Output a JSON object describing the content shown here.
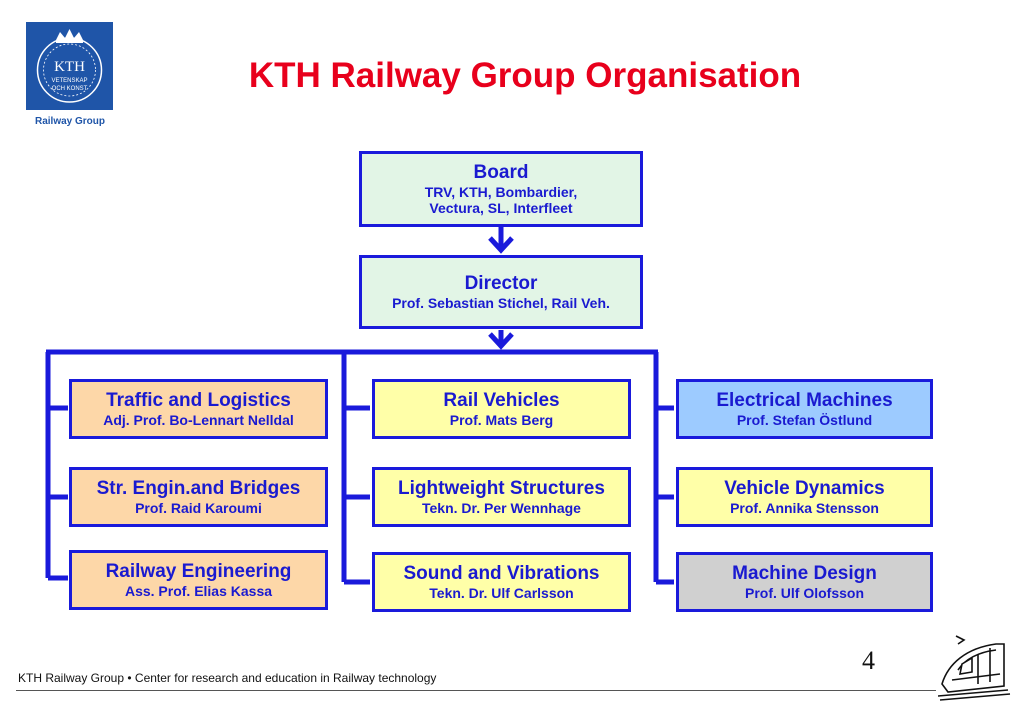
{
  "header": {
    "logo_text": [
      "KTH",
      "VETENSKAP",
      "OCH KONST"
    ],
    "logo_caption": "Railway Group",
    "title": "KTH Railway Group Organisation"
  },
  "board": {
    "name": "Board",
    "lines": [
      "TRV, KTH, Bombardier,",
      "Vectura, SL, Interfleet"
    ]
  },
  "director": {
    "name": "Director",
    "person": "Prof. Sebastian Stichel, Rail Veh."
  },
  "units": [
    {
      "name": "Traffic and Logistics",
      "person": "Adj. Prof. Bo-Lennart Nelldal"
    },
    {
      "name": "Str. Engin.and Bridges",
      "person": "Prof. Raid Karoumi"
    },
    {
      "name": "Railway Engineering",
      "person": "Ass. Prof. Elias Kassa"
    },
    {
      "name": "Rail Vehicles",
      "person": "Prof. Mats Berg"
    },
    {
      "name": "Lightweight Structures",
      "person": "Tekn. Dr. Per Wennhage"
    },
    {
      "name": "Sound and Vibrations",
      "person": "Tekn. Dr. Ulf Carlsson"
    },
    {
      "name": "Electrical Machines",
      "person": "Prof. Stefan Östlund"
    },
    {
      "name": "Vehicle Dynamics",
      "person": "Prof. Annika Stensson"
    },
    {
      "name": "Machine Design",
      "person": "Prof. Ulf Olofsson"
    }
  ],
  "footer": {
    "text": "KTH Railway Group • Center for research and education in Railway technology",
    "page_number": "4"
  },
  "colors": {
    "title": "#e8001c",
    "box_border": "#1a1adb",
    "board_fill": "#e2f5e6",
    "group1_fill": "#fdd7a8",
    "group2_fill": "#ffffa8",
    "electrical_fill": "#9dcbff",
    "vehicle_dynamics_fill": "#ffffa8",
    "machine_design_fill": "#d0d0d0"
  }
}
